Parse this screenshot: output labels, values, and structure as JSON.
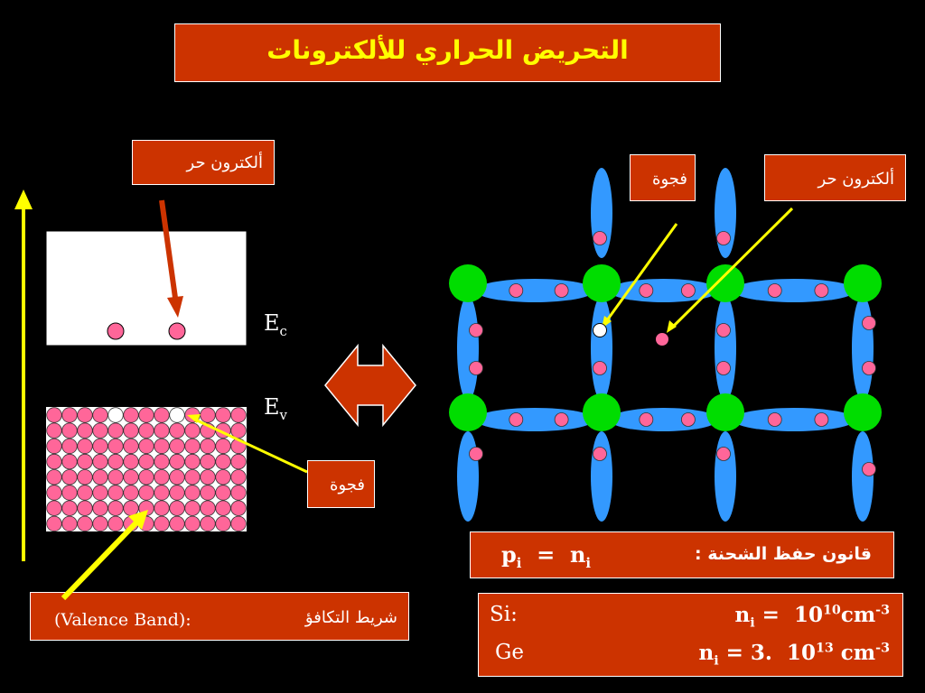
{
  "title": "التحريض الحراري للألكترونات",
  "labels": {
    "free_electron_left": "ألكترون حر",
    "free_electron_right": "ألكترون حر",
    "hole_right": "فجوة",
    "hole_left": "فجوة"
  },
  "valence_band": {
    "arabic": "شريط التكافؤ",
    "english": "(Valence Band):"
  },
  "bands": {
    "ec_main": "E",
    "ec_sub": "c",
    "ev_main": "E",
    "ev_sub": "v"
  },
  "conservation": {
    "law": "قانون حفظ الشحنة :",
    "p": "p",
    "p_sub": "i",
    "equals": "  =  ",
    "n": "n",
    "n_sub": "i"
  },
  "materials": [
    {
      "name": "Si:",
      "n": "n",
      "n_sub": "i",
      "eq": " =  10",
      "exp": "10",
      "unit": "cm",
      "unit_exp": "-3"
    },
    {
      "name": "Ge",
      "n": "n",
      "n_sub": "i",
      "eq": " = 3.  10",
      "exp": "13",
      "unit": " cm",
      "unit_exp": "-3"
    }
  ],
  "colors": {
    "box_fill": "#cc3300",
    "title_text": "#ffff00",
    "electron": "#ff6699",
    "atom": "#00dd00",
    "bond": "#3399ff",
    "arrow_yellow": "#ffff00",
    "arrow_red": "#cc3300"
  }
}
